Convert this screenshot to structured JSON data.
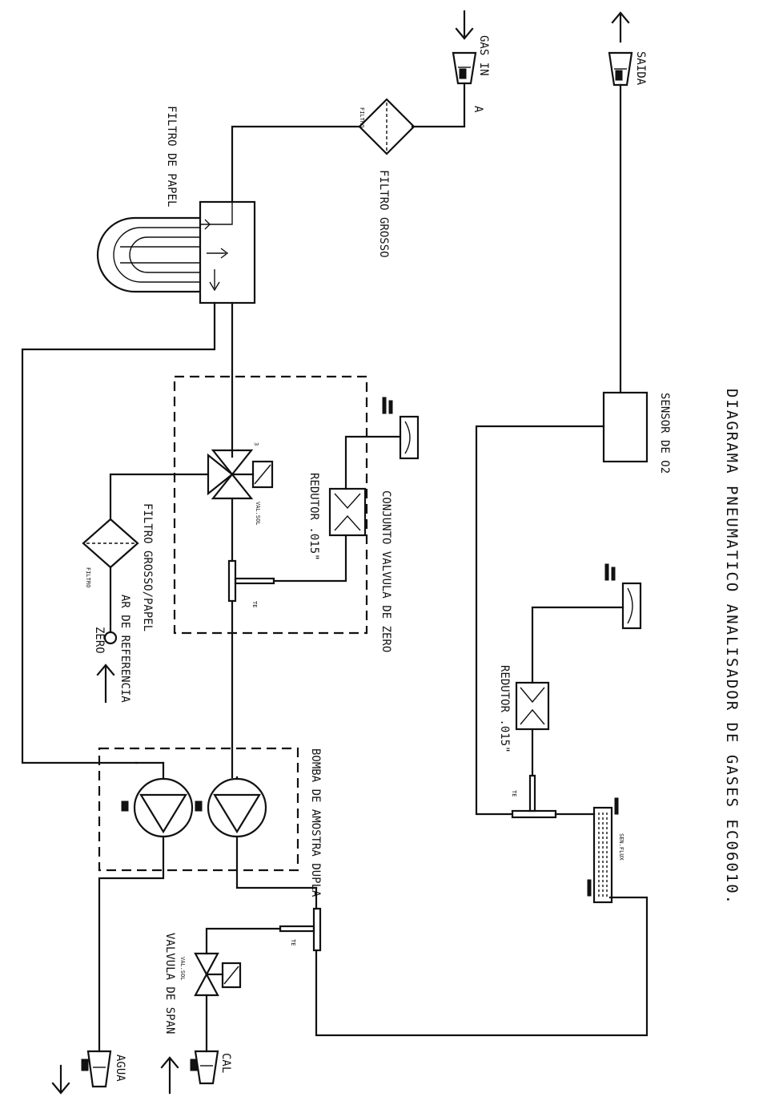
{
  "title": "DIAGRAMA PNEUMATICO ANALISADOR DE GASES EC06010.",
  "labels": {
    "gas_in": "GAS IN",
    "saida": "SAIDA",
    "filtro_papel": "FILTRO DE PAPEL",
    "filtro_grosso": "FILTRO GROSSO",
    "point_a": "A",
    "sensor_o2": "SENSOR DE O2",
    "conjunto_valvula_zero": "CONJUNTO VALVULA DE ZERO",
    "redutor_1": "REDUTOR .015\"",
    "redutor_2": "REDUTOR .015\"",
    "filtro_grosso_papel": "FILTRO GROSSO/PAPEL",
    "ar_referencia": "AR DE REFERENCIA",
    "zero": "ZERO",
    "bomba": "BOMBA DE AMOSTRA DUPLA",
    "valvula_span": "VALVULA DE SPAN",
    "cal": "CAL",
    "agua": "AGUA"
  },
  "icons": [
    "arrow-down-icon",
    "arrow-up-icon",
    "hose-connector-icon",
    "solenoid-valve-icon",
    "pump-icon",
    "filter-icon",
    "restrictor-icon",
    "tee-fitting-icon",
    "gauge-icon"
  ]
}
